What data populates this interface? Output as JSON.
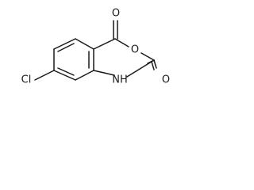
{
  "molecule": {
    "atom_labels": {
      "carbonyl_oxygen_top": "O",
      "ring_oxygen": "O",
      "carbonyl_oxygen_right": "O",
      "nitrogen": "NH",
      "chlorine": "Cl"
    }
  }
}
